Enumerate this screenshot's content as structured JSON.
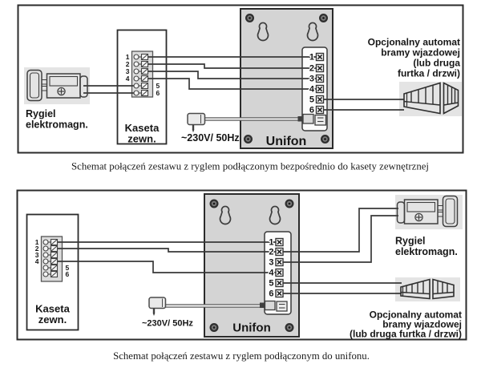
{
  "colors": {
    "panel_gray": "#d4d4d4",
    "shade_gray": "#e4e4e4",
    "block_gray": "#dcdcdc",
    "wire": "#383838",
    "ink": "#161616"
  },
  "top": {
    "caption": "Schemat połączeń zestawu z ryglem podłączonym bezpośrednio do kasety zewnętrznej",
    "lock_label": [
      "Rygiel",
      "elektromagn."
    ],
    "kaseta_label": [
      "Kaseta",
      "zewn."
    ],
    "power_label": "~230V/ 50Hz",
    "unifon_label": "Unifon",
    "gate_label": [
      "Opcjonalny automat",
      "bramy wjazdowej",
      "(lub druga",
      "furtka / drzwi)"
    ],
    "kaseta_terminals": [
      "1",
      "2",
      "3",
      "4",
      "5",
      "6"
    ],
    "unifon_terminals": [
      "1",
      "2",
      "3",
      "4",
      "5",
      "6"
    ]
  },
  "bottom": {
    "caption": "Schemat połączeń zestawu z ryglem podłączonym do unifonu.",
    "lock_label": [
      "Rygiel",
      "elektromagn."
    ],
    "kaseta_label": [
      "Kaseta",
      "zewn."
    ],
    "power_label": "~230V/ 50Hz",
    "unifon_label": "Unifon",
    "gate_label": [
      "Opcjonalny automat",
      "bramy wjazdowej",
      "(lub druga furtka / drzwi)"
    ],
    "kaseta_terminals": [
      "1",
      "2",
      "3",
      "4",
      "5",
      "6"
    ],
    "unifon_terminals": [
      "1",
      "2",
      "3",
      "4",
      "5",
      "6"
    ]
  }
}
